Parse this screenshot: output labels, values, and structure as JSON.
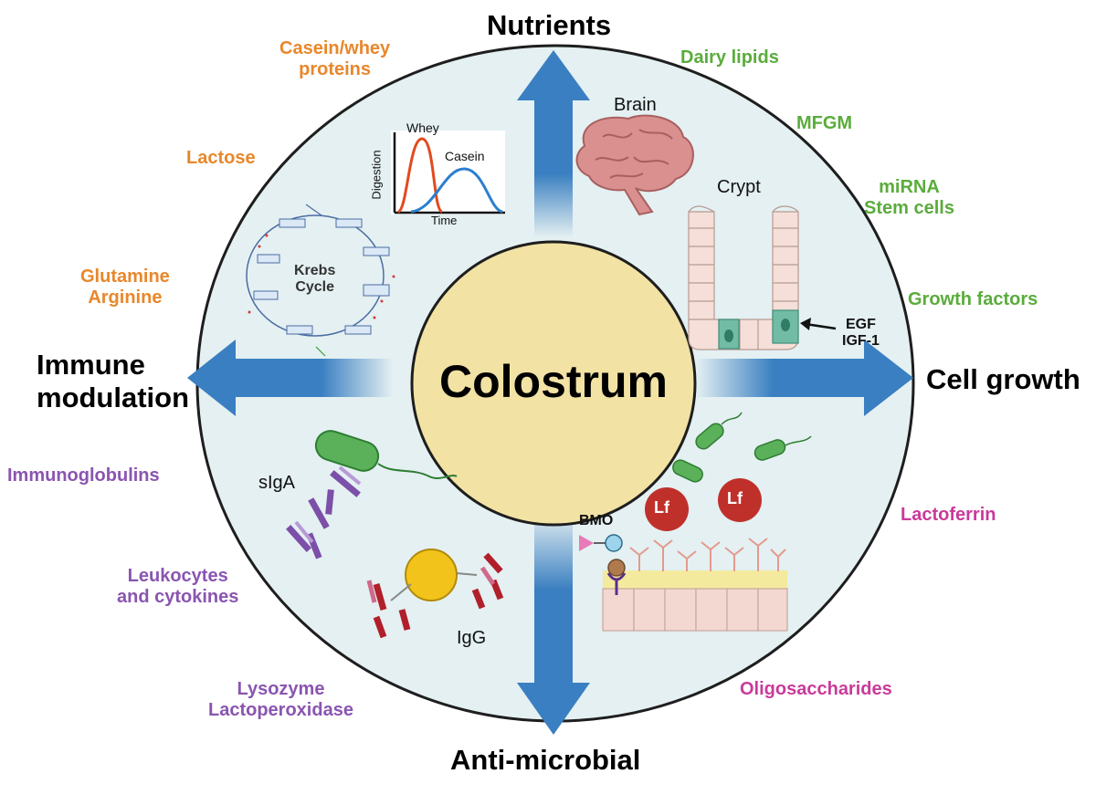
{
  "center": "Colostrum",
  "axes": {
    "top": "Nutrients",
    "left": "Immune\nmodulation",
    "right": "Cell growth",
    "bottom": "Anti-microbial"
  },
  "nutrients": {
    "casein_whey": "Casein/whey\nproteins",
    "lactose": "Lactose",
    "glutamine_arginine": "Glutamine\nArginine"
  },
  "growth": {
    "dairy_lipids": "Dairy lipids",
    "mfgm": "MFGM",
    "mirna_stem": "miRNA\nStem cells",
    "growth_factors": "Growth factors"
  },
  "immune": {
    "immunoglobulins": "Immunoglobulins",
    "leukocytes": "Leukocytes\nand cytokines",
    "lysozyme": "Lysozyme\nLactoperoxidase"
  },
  "antimicrobial": {
    "lactoferrin": "Lactoferrin",
    "oligosaccharides": "Oligosaccharides"
  },
  "illustrations": {
    "digestion_plot": {
      "ylabel": "Digestion",
      "xlabel": "Time",
      "curve1": "Whey",
      "curve2": "Casein"
    },
    "krebs": "Krebs\nCycle",
    "brain": "Brain",
    "crypt": "Crypt",
    "egf": "EGF\nIGF-1",
    "siga": "sIgA",
    "igg": "IgG",
    "bmo": "BMO",
    "lf": "Lf"
  },
  "colors": {
    "circle_fill": "#e4f0f2",
    "center_fill": "#f2e2a4",
    "arrow": "#3a7fc1",
    "orange": "#e8872b",
    "green": "#5aac3c",
    "purple": "#8a55b0",
    "magenta": "#c93a9b"
  }
}
